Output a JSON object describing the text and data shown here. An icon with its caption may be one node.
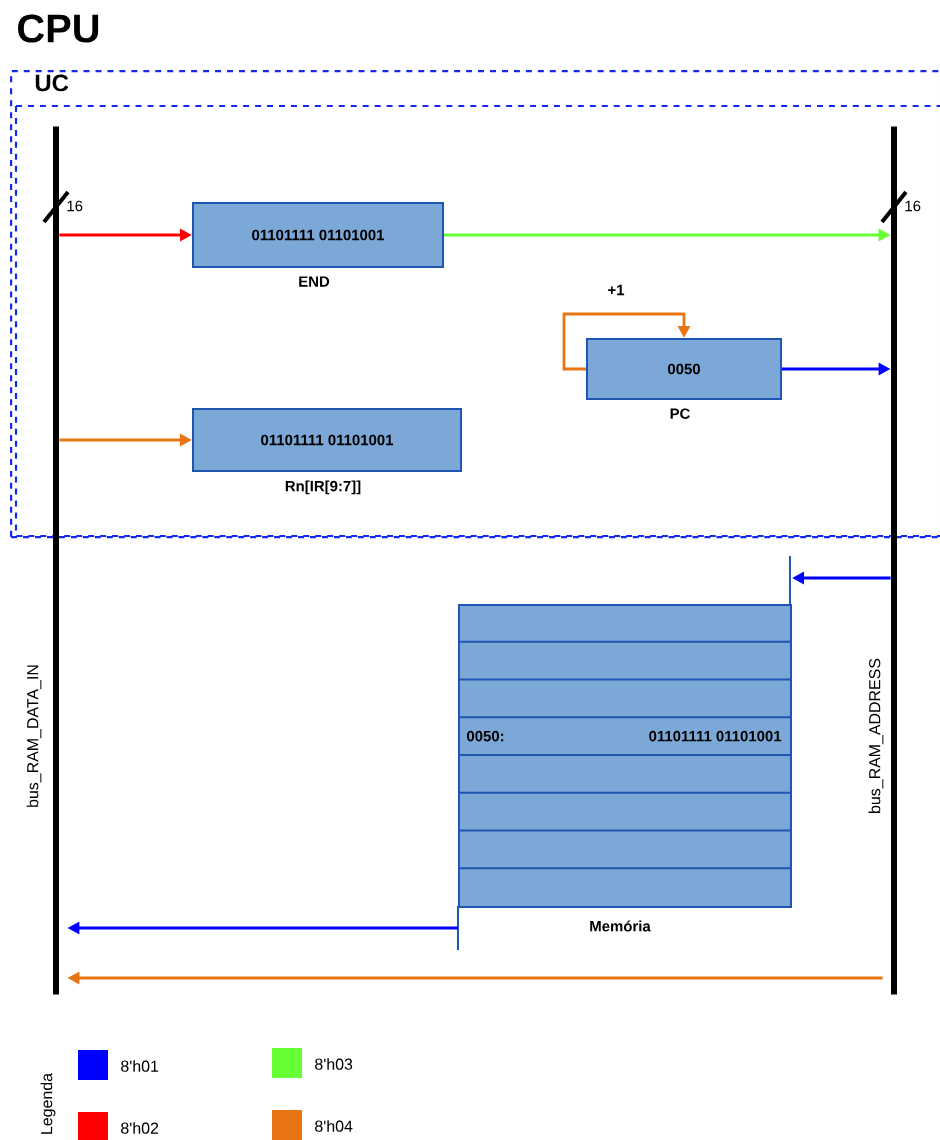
{
  "diagram": {
    "title": "CPU",
    "nodes": [
      {
        "text": [
          "UC"
        ]
      },
      {
        "text": [],
        "shape": "bar",
        "beside": [
          "16",
          "bus_RAM_DATA_IN"
        ]
      },
      {
        "text": [],
        "shape": "bar",
        "beside": [
          "16",
          "bus_RAM_ADDRESS"
        ]
      },
      {
        "text": [
          "01101111 01101001",
          "END"
        ],
        "in": 0
      },
      {
        "text": [
          "0050",
          "PC"
        ],
        "in": 0
      },
      {
        "text": [
          "01101111 01101001",
          "Rn[IR[9:7]]"
        ],
        "in": 0
      },
      {
        "text": [
          "0050:",
          "01101111 01101001",
          "Memória"
        ]
      }
    ],
    "edges": [
      {
        "from": 1,
        "to": 3,
        "arrow": "to",
        "color": "#ff0000"
      },
      {
        "from": 3,
        "to": 2,
        "arrow": "to",
        "color": "#66ff33"
      },
      {
        "from": 4,
        "to": 4,
        "arrow": "to",
        "label": "+1",
        "color": "#e97412"
      },
      {
        "from": 4,
        "to": 2,
        "arrow": "to",
        "color": "#0000ff"
      },
      {
        "from": 1,
        "to": 5,
        "arrow": "to",
        "color": "#e97412"
      },
      {
        "from": 2,
        "to": 6,
        "arrow": "to",
        "color": "#0000ff"
      },
      {
        "from": 6,
        "to": 1,
        "arrow": "to",
        "color": "#0000ff"
      },
      {
        "from": 2,
        "to": 1,
        "arrow": "to",
        "color": "#e97412"
      }
    ],
    "labels": [
      "Legenda"
    ],
    "legend": [
      {
        "text": "8'h01",
        "color": "#0000ff"
      },
      {
        "text": "8'h02",
        "color": "#ff0000"
      },
      {
        "text": "8'h03",
        "color": "#66ff33"
      },
      {
        "text": "8'h04",
        "color": "#e97412"
      }
    ]
  }
}
